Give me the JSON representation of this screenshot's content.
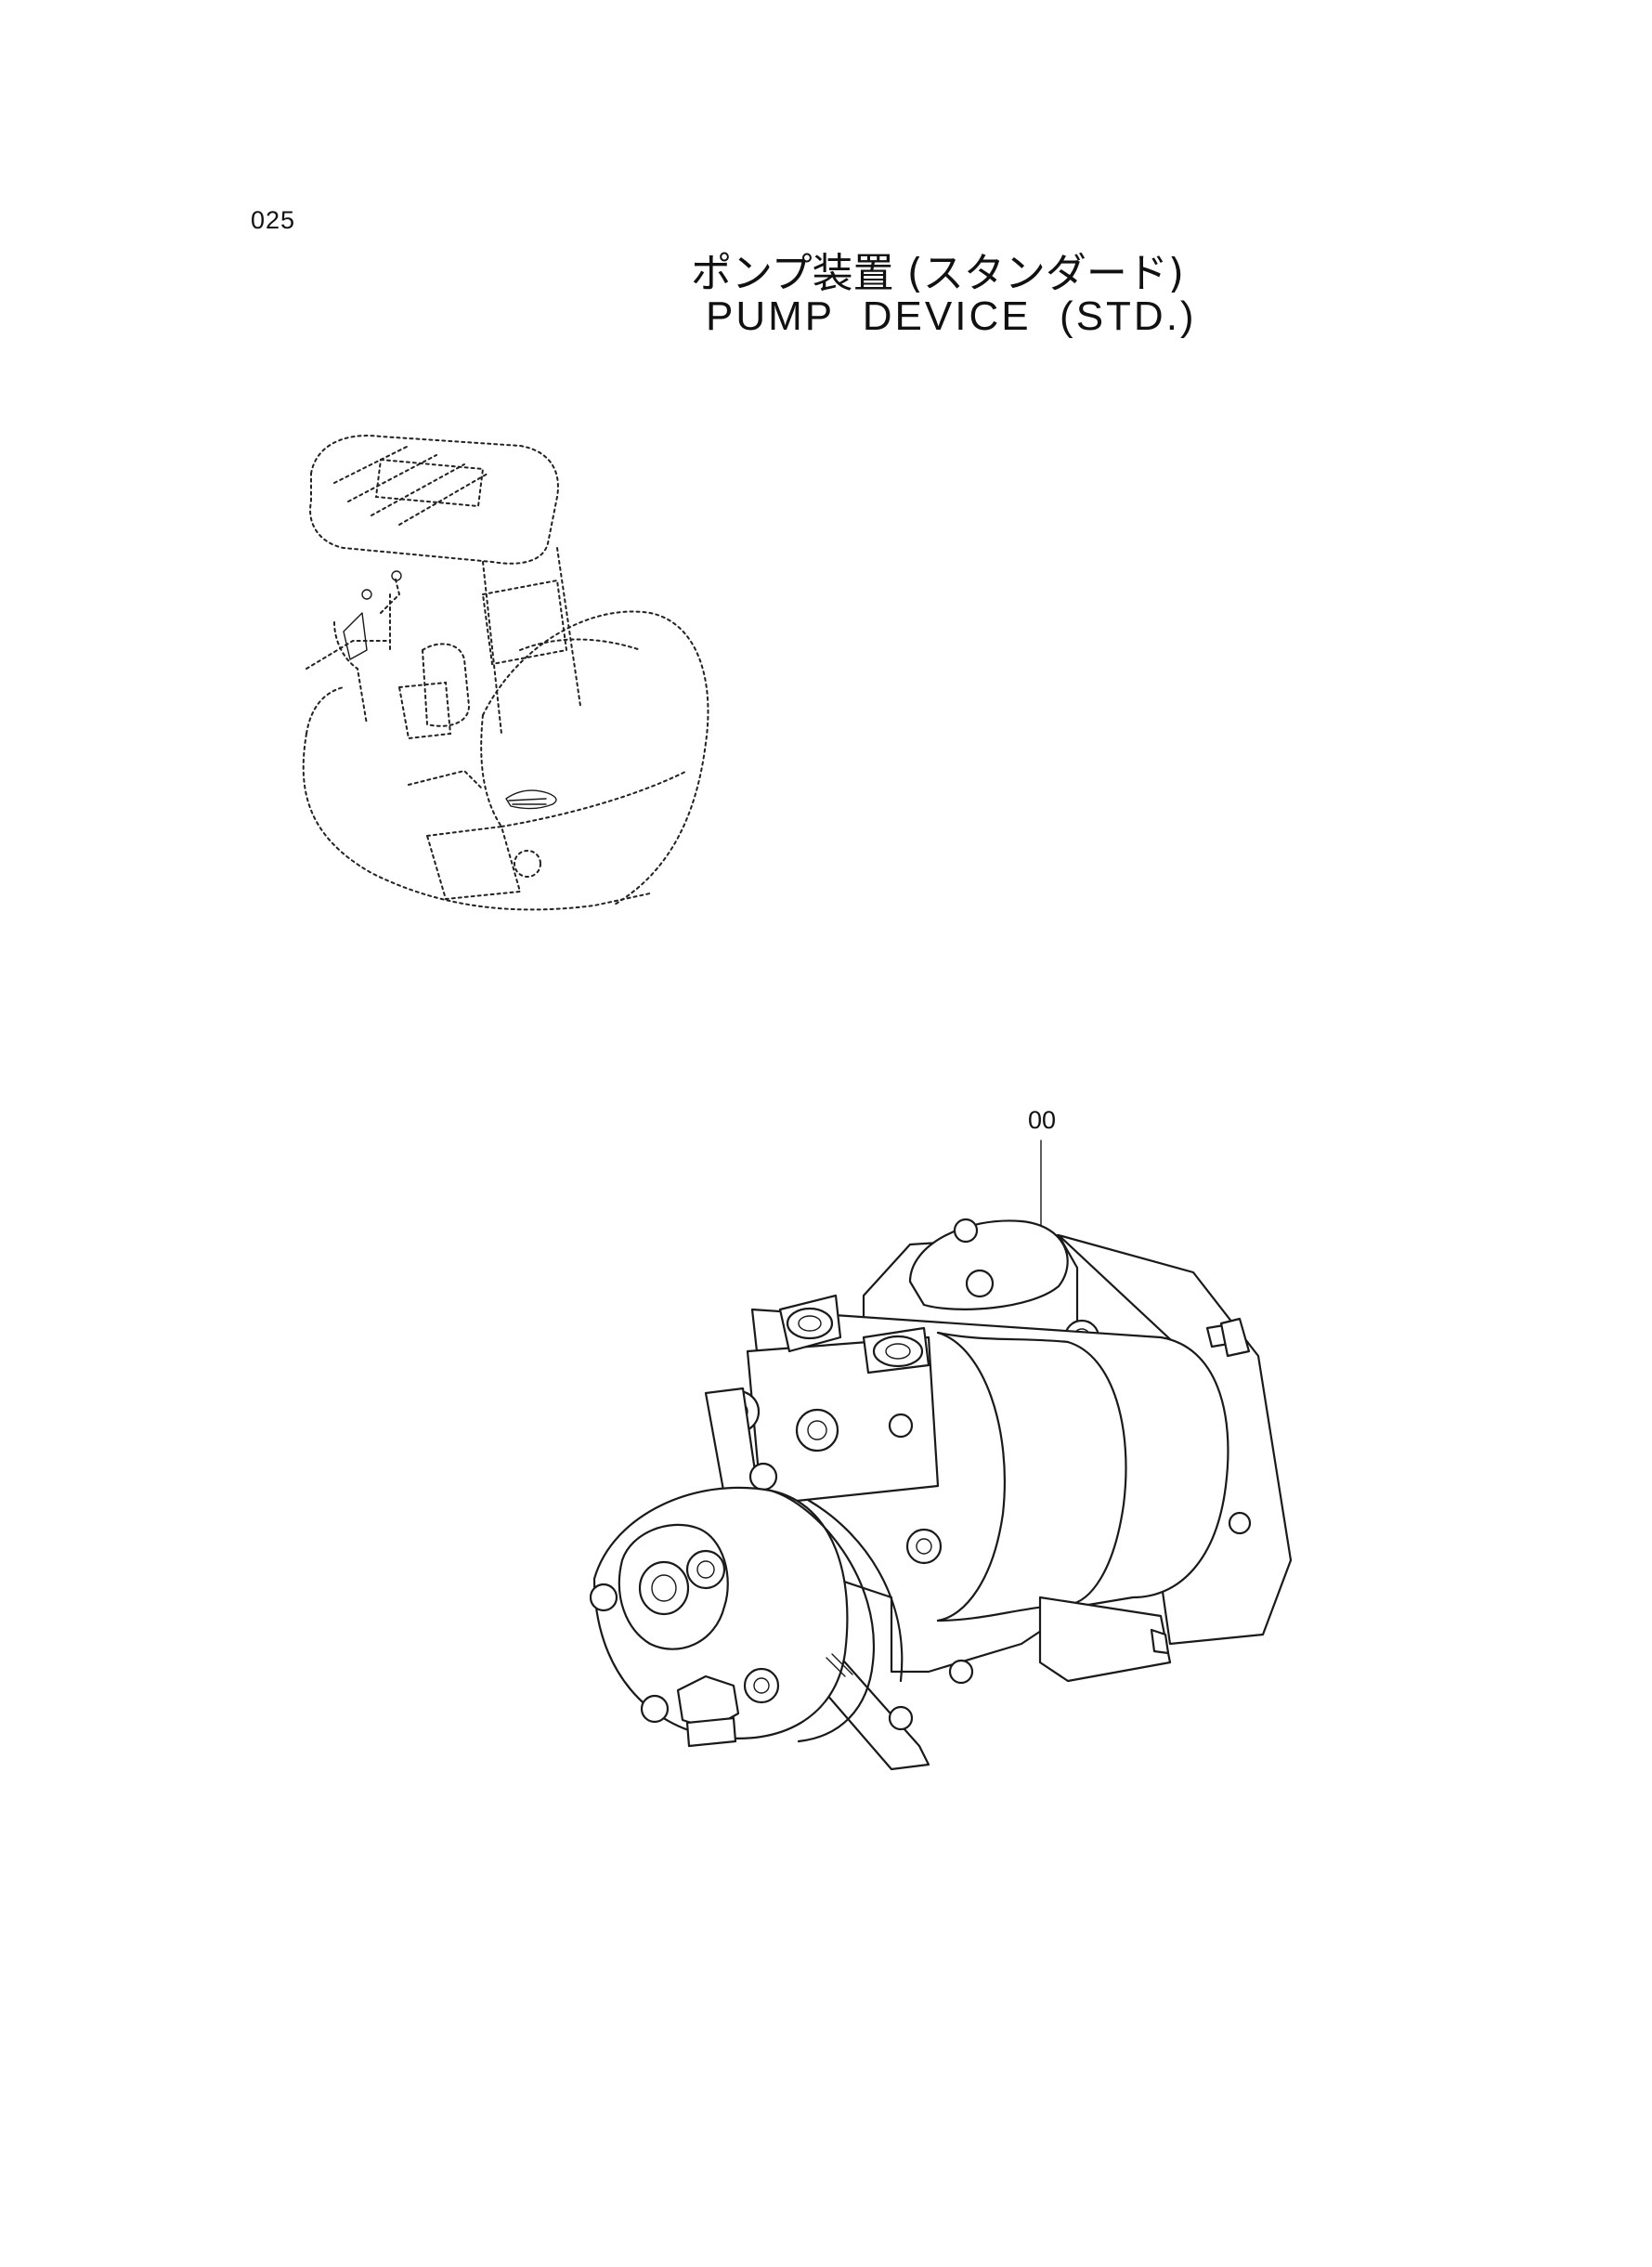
{
  "page": {
    "number": "025",
    "title_ja": "ポンプ装置 (スタンダード)",
    "title_en": "PUMP  DEVICE  (STD.)"
  },
  "callouts": [
    {
      "label": "00"
    }
  ]
}
